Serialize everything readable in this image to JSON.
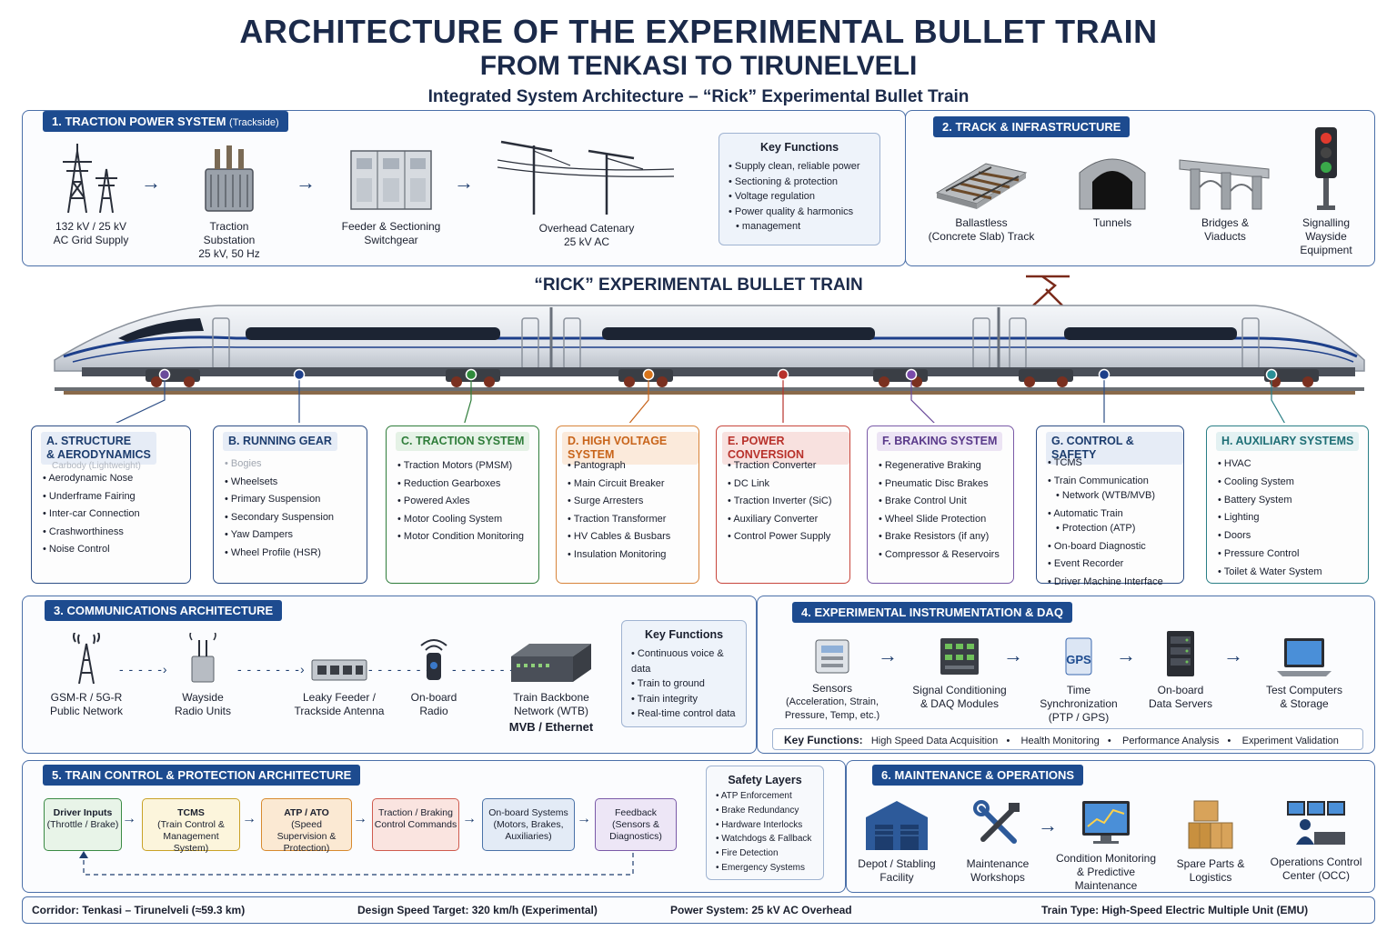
{
  "header": {
    "title_line1": "ARCHITECTURE OF THE EXPERIMENTAL BULLET TRAIN",
    "title_line2": "FROM TENKASI TO TIRUNELVELI",
    "subtitle": "Integrated System Architecture – “Rick” Experimental Bullet Train"
  },
  "traction_power": {
    "tag": "1. TRACTION POWER SYSTEM",
    "tag_note": "(Trackside)",
    "items": [
      {
        "line1": "132 kV / 25 kV",
        "line2": "AC Grid Supply",
        "line3": "",
        "icon": "power-tower-icon"
      },
      {
        "line1": "Traction",
        "line2": "Substation",
        "line3": "25 kV, 50 Hz",
        "icon": "transformer-icon"
      },
      {
        "line1": "Feeder & Sectioning",
        "line2": "Switchgear",
        "line3": "",
        "icon": "switchgear-icon"
      },
      {
        "line1": "Overhead Catenary",
        "line2": "25 kV AC",
        "line3": "",
        "icon": "catenary-icon"
      }
    ],
    "key_functions": {
      "title": "Key Functions",
      "items": [
        "Supply clean, reliable power",
        "Sectioning & protection",
        "Voltage regulation",
        "Power quality & harmonics",
        "management"
      ]
    }
  },
  "track": {
    "tag": "2. TRACK & INFRASTRUCTURE",
    "items": [
      {
        "line1": "Ballastless",
        "line2": "(Concrete Slab) Track",
        "line3": "",
        "icon": "slab-track-icon"
      },
      {
        "line1": "Tunnels",
        "line2": "",
        "line3": "",
        "icon": "tunnel-icon"
      },
      {
        "line1": "Bridges &",
        "line2": "Viaducts",
        "line3": "",
        "icon": "bridge-icon"
      },
      {
        "line1": "Signalling",
        "line2": "Wayside",
        "line3": "Equipment",
        "icon": "signal-icon"
      }
    ]
  },
  "train": {
    "title": "“RICK” EXPERIMENTAL BULLET TRAIN"
  },
  "subsystems": [
    {
      "tag": "A. STRUCTURE",
      "tag2": "& AERODYNAMICS",
      "note": "Carbody (Lightweight)",
      "color": "#2d4e86",
      "bg": "#e6ecf6",
      "items": [
        "Aerodynamic Nose",
        "Underframe Fairing",
        "Inter-car Connection",
        "Crashworthiness",
        "Noise Control"
      ]
    },
    {
      "tag": "B. RUNNING GEAR",
      "tag2": "",
      "note": "Bogies",
      "color": "#2d4e86",
      "bg": "#e6ecf6",
      "items": [
        "Wheelsets",
        "Primary Suspension",
        "Secondary Suspension",
        "Yaw Dampers",
        "Wheel Profile (HSR)"
      ]
    },
    {
      "tag": "C. TRACTION SYSTEM",
      "tag2": "",
      "note": "",
      "color": "#2f7d3a",
      "bg": "#e5f2e6",
      "items": [
        "Traction Motors (PMSM)",
        "Reduction Gearboxes",
        "Powered Axles",
        "Motor Cooling System",
        "Motor Condition Monitoring"
      ]
    },
    {
      "tag": "D. HIGH VOLTAGE SYSTEM",
      "tag2": "",
      "note": "",
      "color": "#c8641a",
      "bg": "#fbeadb",
      "items": [
        "Pantograph",
        "Main Circuit Breaker",
        "Surge Arresters",
        "Traction Transformer",
        "HV Cables & Busbars",
        "Insulation Monitoring"
      ]
    },
    {
      "tag": "E. POWER CONVERSION",
      "tag2": "",
      "note": "",
      "color": "#b8312b",
      "bg": "#f8e1df",
      "items": [
        "Traction Converter",
        "DC Link",
        "Traction Inverter (SiC)",
        "Auxiliary Converter",
        "Control Power Supply"
      ]
    },
    {
      "tag": "F. BRAKING SYSTEM",
      "tag2": "",
      "note": "",
      "color": "#6a4a9a",
      "bg": "#ece4f4",
      "items": [
        "Regenerative Braking",
        "Pneumatic Disc Brakes",
        "Brake Control Unit",
        "Wheel Slide Protection",
        "Brake Resistors (if any)",
        "Compressor & Reservoirs"
      ]
    },
    {
      "tag": "G. CONTROL & SAFETY",
      "tag2": "",
      "note": "",
      "color": "#2d4e86",
      "bg": "#e6ecf6",
      "items": [
        "TCMS",
        "Train Communication",
        "Network (WTB/MVB)",
        "Automatic Train",
        "Protection (ATP)",
        "On-board Diagnostic",
        "Event Recorder",
        "Driver Machine Interface"
      ]
    },
    {
      "tag": "H. AUXILIARY SYSTEMS",
      "tag2": "",
      "note": "",
      "color": "#2a7f86",
      "bg": "#e3f1f2",
      "items": [
        "HVAC",
        "Cooling System",
        "Battery System",
        "Lighting",
        "Doors",
        "Pressure Control",
        "Toilet & Water System"
      ]
    }
  ],
  "comms": {
    "tag": "3. COMMUNICATIONS ARCHITECTURE",
    "items": [
      {
        "line1": "GSM-R / 5G-R",
        "line2": "Public Network",
        "icon": "radio-mast-icon"
      },
      {
        "line1": "Wayside",
        "line2": "Radio Units",
        "icon": "radio-unit-icon"
      },
      {
        "line1": "Leaky Feeder /",
        "line2": "Trackside Antenna",
        "icon": "leaky-feeder-icon"
      },
      {
        "line1": "On-board",
        "line2": "Radio",
        "icon": "onboard-radio-icon"
      },
      {
        "line1": "Train Backbone",
        "line2": "Network (WTB)",
        "icon": "network-switch-icon"
      }
    ],
    "backbone_note": "MVB / Ethernet",
    "key_functions": {
      "title": "Key Functions",
      "items": [
        "Continuous voice & data",
        "Train to ground",
        "Train integrity",
        "Real-time control data"
      ]
    }
  },
  "daq": {
    "tag": "4. EXPERIMENTAL INSTRUMENTATION & DAQ",
    "items": [
      {
        "line1": "Sensors",
        "line2": "(Acceleration, Strain,",
        "line3": "Pressure, Temp, etc.)",
        "icon": "sensor-icon"
      },
      {
        "line1": "Signal Conditioning",
        "line2": "& DAQ Modules",
        "line3": "",
        "icon": "daq-module-icon"
      },
      {
        "line1": "Time Synchronization",
        "line2": "(PTP / GPS)",
        "line3": "",
        "icon": "gps-icon"
      },
      {
        "line1": "On-board",
        "line2": "Data Servers",
        "line3": "",
        "icon": "server-icon"
      },
      {
        "line1": "Test Computers",
        "line2": "& Storage",
        "line3": "",
        "icon": "laptop-icon"
      }
    ],
    "kf_label": "Key Functions:",
    "kf_items": [
      "High Speed Data Acquisition",
      "Health Monitoring",
      "Performance Analysis",
      "Experiment Validation"
    ]
  },
  "control": {
    "tag": "5. TRAIN CONTROL & PROTECTION ARCHITECTURE",
    "boxes": [
      {
        "title": "Driver Inputs",
        "sub": "(Throttle / Brake)",
        "color": "#3a8a44",
        "bg": "#e8f4e8"
      },
      {
        "title": "TCMS",
        "sub": "(Train Control & Management System)",
        "color": "#c9a227",
        "bg": "#fcf5dc"
      },
      {
        "title": "ATP / ATO",
        "sub": "(Speed Supervision & Protection)",
        "color": "#d88a2e",
        "bg": "#fbe9d3"
      },
      {
        "title": "Traction / Braking",
        "sub": "Control Commands",
        "color": "#cf5b4e",
        "bg": "#fae4e0"
      },
      {
        "title": "On-board Systems",
        "sub": "(Motors, Brakes, Auxiliaries)",
        "color": "#4a72a8",
        "bg": "#e3ebf6"
      },
      {
        "title": "Feedback",
        "sub": "(Sensors & Diagnostics)",
        "color": "#7a5aa8",
        "bg": "#ede6f6"
      }
    ],
    "safety": {
      "title": "Safety Layers",
      "items": [
        "ATP Enforcement",
        "Brake Redundancy",
        "Hardware Interlocks",
        "Watchdogs & Fallback",
        "Fire Detection",
        "Emergency Systems"
      ]
    }
  },
  "maintenance": {
    "tag": "6. MAINTENANCE & OPERATIONS",
    "items": [
      {
        "line1": "Depot / Stabling",
        "line2": "Facility",
        "line3": "",
        "icon": "depot-icon"
      },
      {
        "line1": "Maintenance",
        "line2": "Workshops",
        "line3": "",
        "icon": "tools-icon"
      },
      {
        "line1": "Condition Monitoring",
        "line2": "& Predictive",
        "line3": "Maintenance",
        "icon": "monitor-chart-icon"
      },
      {
        "line1": "Spare Parts &",
        "line2": "Logistics",
        "line3": "",
        "icon": "boxes-icon"
      },
      {
        "line1": "Operations Control",
        "line2": "Center (OCC)",
        "line3": "",
        "icon": "control-center-icon"
      }
    ]
  },
  "footer": {
    "corridor": "Corridor: Tenkasi – Tirunelveli (≈59.3 km)",
    "speed": "Design Speed Target: 320 km/h (Experimental)",
    "power": "Power System: 25 kV AC Overhead",
    "type": "Train Type: High-Speed Electric Multiple Unit (EMU)"
  }
}
